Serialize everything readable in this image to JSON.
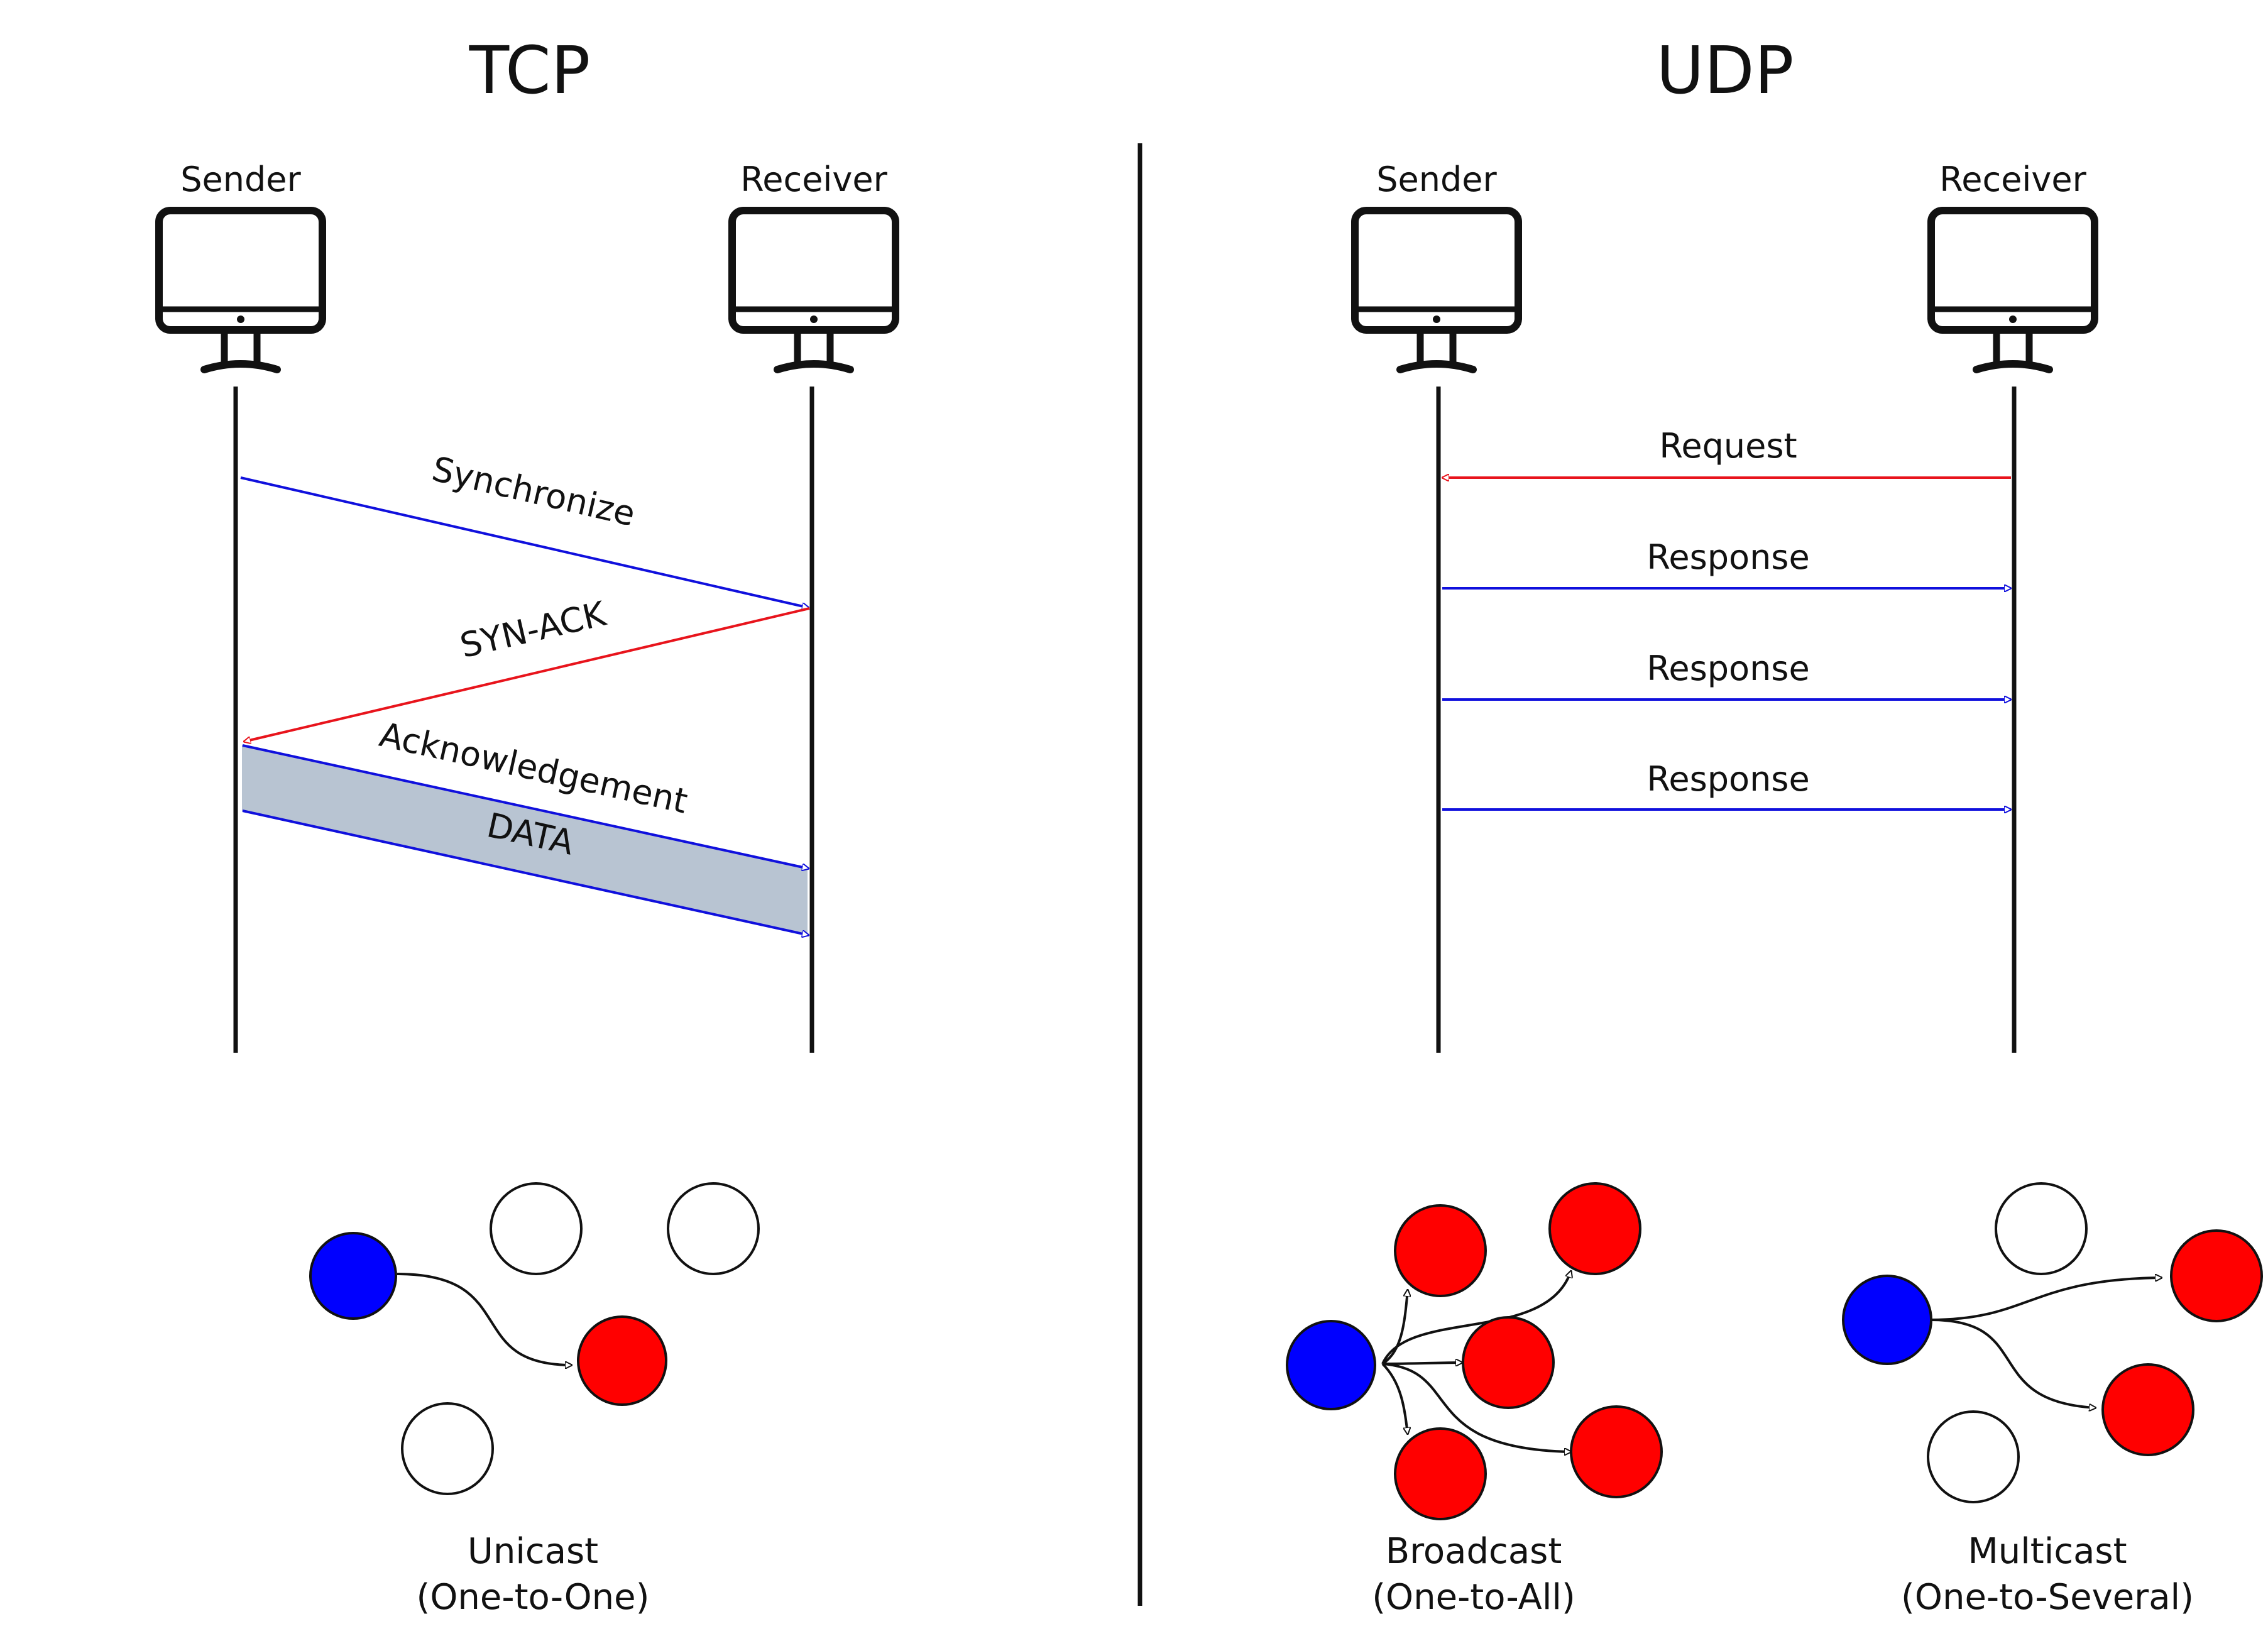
{
  "tcp": {
    "title": "TCP",
    "sender_label": "Sender",
    "receiver_label": "Receiver",
    "messages": {
      "synchronize": "Synchronize",
      "syn_ack": "SYN-ACK",
      "acknowledgement": "Acknowledgement",
      "data": "DATA"
    },
    "unicast": {
      "name": "Unicast",
      "desc": "(One-to-One)"
    }
  },
  "udp": {
    "title": "UDP",
    "sender_label": "Sender",
    "receiver_label": "Receiver",
    "messages": {
      "request": "Request",
      "response_1": "Response",
      "response_2": "Response",
      "response_3": "Response"
    },
    "broadcast": {
      "name": "Broadcast",
      "desc": "(One-to-All)"
    },
    "multicast": {
      "name": "Multicast",
      "desc": "(One-to-Several)"
    }
  },
  "colors": {
    "ink": "#111111",
    "sync_blue": "#1010dd",
    "reply_red": "#e8141c",
    "sender_node": "#0000ff",
    "receiver_node": "#ff0000",
    "data_band": "#b8c4d2"
  },
  "icons": {
    "computer": "monitor-icon",
    "node": "circle-node"
  }
}
